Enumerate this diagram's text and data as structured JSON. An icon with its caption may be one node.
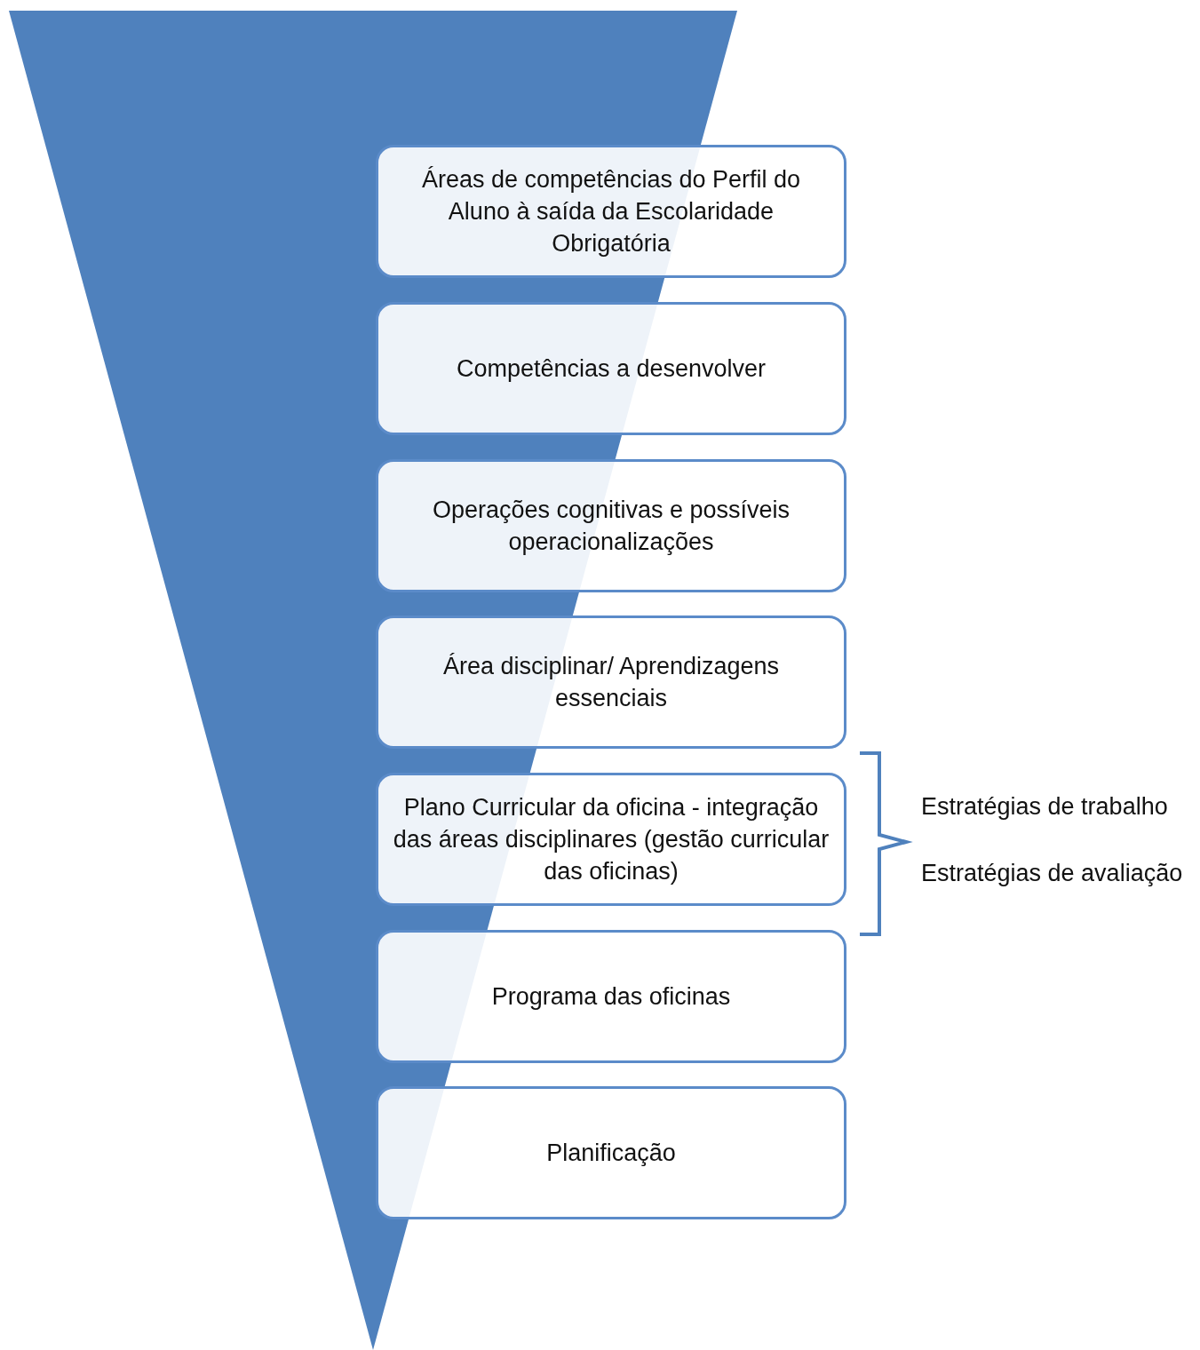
{
  "diagram": {
    "nodes": [
      {
        "text": [
          "Áreas de competências do Perfil do Aluno à saída da Escolaridade Obrigatória"
        ]
      },
      {
        "text": [
          "Competências a desenvolver"
        ]
      },
      {
        "text": [
          "Operações cognitivas e possíveis operacionalizações"
        ]
      },
      {
        "text": [
          "Área disciplinar/ Aprendizagens essenciais"
        ]
      },
      {
        "text": [
          "Plano Curricular da oficina - integração das áreas disciplinares (gestão curricular das oficinas)"
        ]
      },
      {
        "text": [
          "Programa das oficinas"
        ]
      },
      {
        "text": [
          "Planificação"
        ]
      }
    ],
    "edges": [],
    "labels": [
      "Estratégias de trabalho",
      "Estratégias de avaliação"
    ]
  }
}
